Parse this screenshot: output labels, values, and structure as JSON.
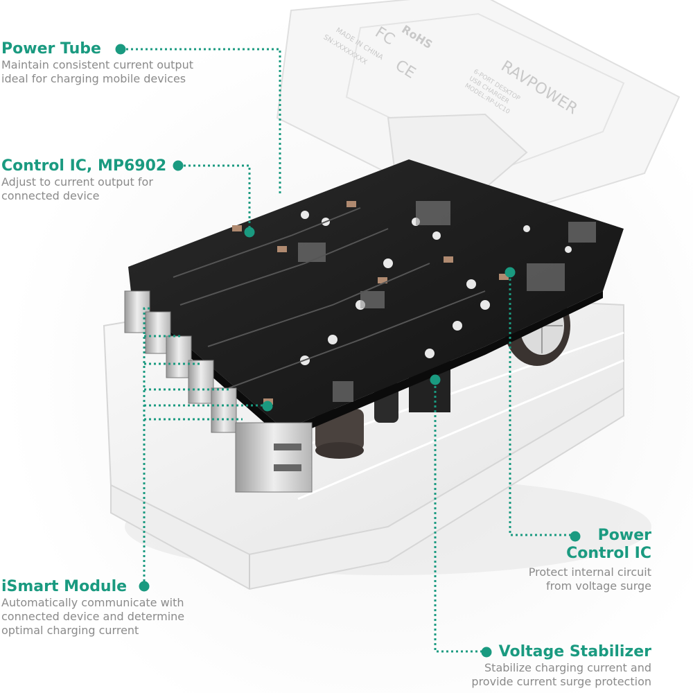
{
  "theme": {
    "accent": "#1a9a80",
    "text_muted": "#8a8a8a",
    "pcb": "#1c1c1c"
  },
  "callouts": {
    "power_tube": {
      "title": "Power Tube",
      "desc_line1": "Maintain consistent current output",
      "desc_line2": "ideal for charging mobile devices"
    },
    "control_ic": {
      "title": "Control IC, MP6902",
      "desc_line1": "Adjust to current output for",
      "desc_line2": "connected device"
    },
    "ismart_module": {
      "title": "iSmart Module",
      "desc_line1": "Automatically communicate with",
      "desc_line2": "connected device and determine",
      "desc_line3": "optimal charging current"
    },
    "power_control_ic": {
      "title_line1": "Power",
      "title_line2": "Control IC",
      "desc_line1": "Protect internal circuit",
      "desc_line2": "from voltage surge"
    },
    "voltage_stabilizer": {
      "title": "Voltage Stabilizer",
      "desc_line1": "Stabilize charging current and",
      "desc_line2": "provide current surge protection"
    }
  },
  "product_label": {
    "brand": "RAVPOWER",
    "line1": "6-PORT DESKTOP",
    "line2": "USB CHARGER",
    "model": "MODEL:RP-UC10",
    "made_in": "MADE IN CHINA",
    "serial": "SN:XXXXXXXX",
    "marks": [
      "RoHS",
      "FC",
      "CE"
    ]
  },
  "product": {
    "usb_port_count": 6
  }
}
